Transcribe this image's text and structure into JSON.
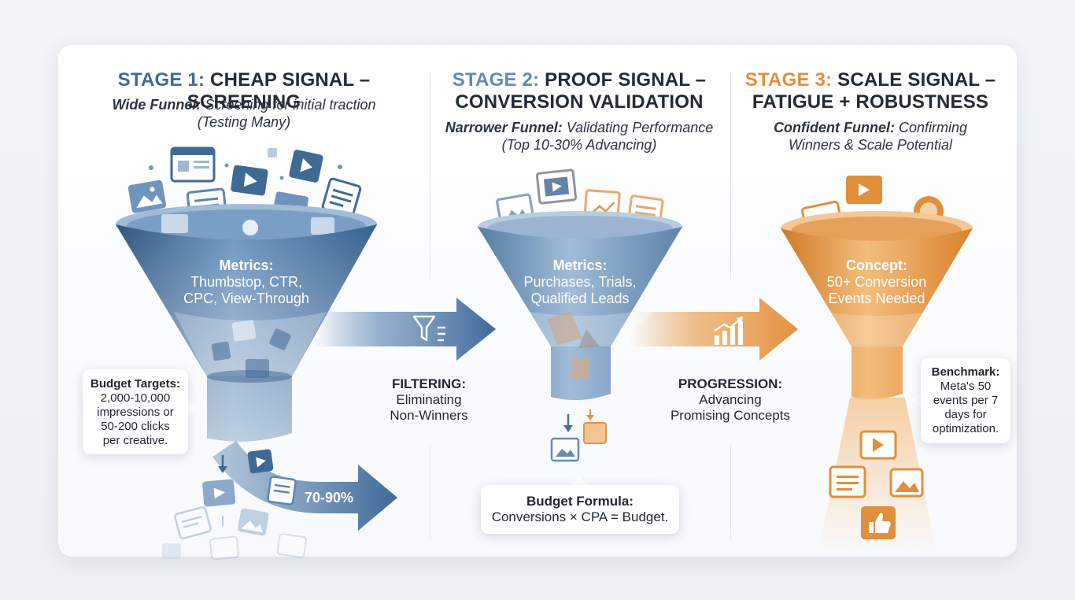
{
  "colors": {
    "stage1_accent": "#3f6a95",
    "stage2_accent": "#5f8ab3",
    "stage3_accent": "#e08f3a",
    "title_text": "#222a35"
  },
  "stage1": {
    "label": "STAGE 1:",
    "title": "CHEAP SIGNAL – SCREENING",
    "subtitle_bold": "Wide Funnel:",
    "subtitle_rest": "Screening for initial traction",
    "subtitle_line2": "(Testing Many)",
    "funnel_title": "Metrics:",
    "funnel_line1": "Thumbstop, CTR,",
    "funnel_line2": "CPC, View-Through",
    "callout_title": "Budget Targets:",
    "callout_lines": [
      "2,000-10,000",
      "impressions or",
      "50-200 clicks",
      "per creative."
    ],
    "output_percent": "70-90%"
  },
  "filtering": {
    "title": "FILTERING:",
    "line1": "Eliminating",
    "line2": "Non-Winners",
    "icon": "filter-icon"
  },
  "stage2": {
    "label": "STAGE 2:",
    "title_line1": "PROOF SIGNAL –",
    "title_line2": "CONVERSION VALIDATION",
    "subtitle_bold": "Narrower Funnel:",
    "subtitle_rest": "Validating Performance",
    "subtitle_line2": "(Top 10-30% Advancing)",
    "funnel_title": "Metrics:",
    "funnel_line1": "Purchases, Trials,",
    "funnel_line2": "Qualified Leads",
    "callout_title": "Budget Formula:",
    "callout_line": "Conversions × CPA = Budget."
  },
  "progression": {
    "title": "PROGRESSION:",
    "line1": "Advancing",
    "line2": "Promising Concepts",
    "icon": "bar-chart-trend-icon"
  },
  "stage3": {
    "label": "STAGE 3:",
    "title_line1": "SCALE SIGNAL –",
    "title_line2": "FATIGUE + ROBUSTNESS",
    "subtitle_bold": "Confident Funnel:",
    "subtitle_rest": "Confirming",
    "subtitle_line2": "Winners & Scale Potential",
    "funnel_title": "Concept:",
    "funnel_line1": "50+ Conversion",
    "funnel_line2": "Events Needed",
    "callout_title": "Benchmark:",
    "callout_lines": [
      "Meta's 50",
      "events per 7",
      "days for",
      "optimization."
    ]
  }
}
